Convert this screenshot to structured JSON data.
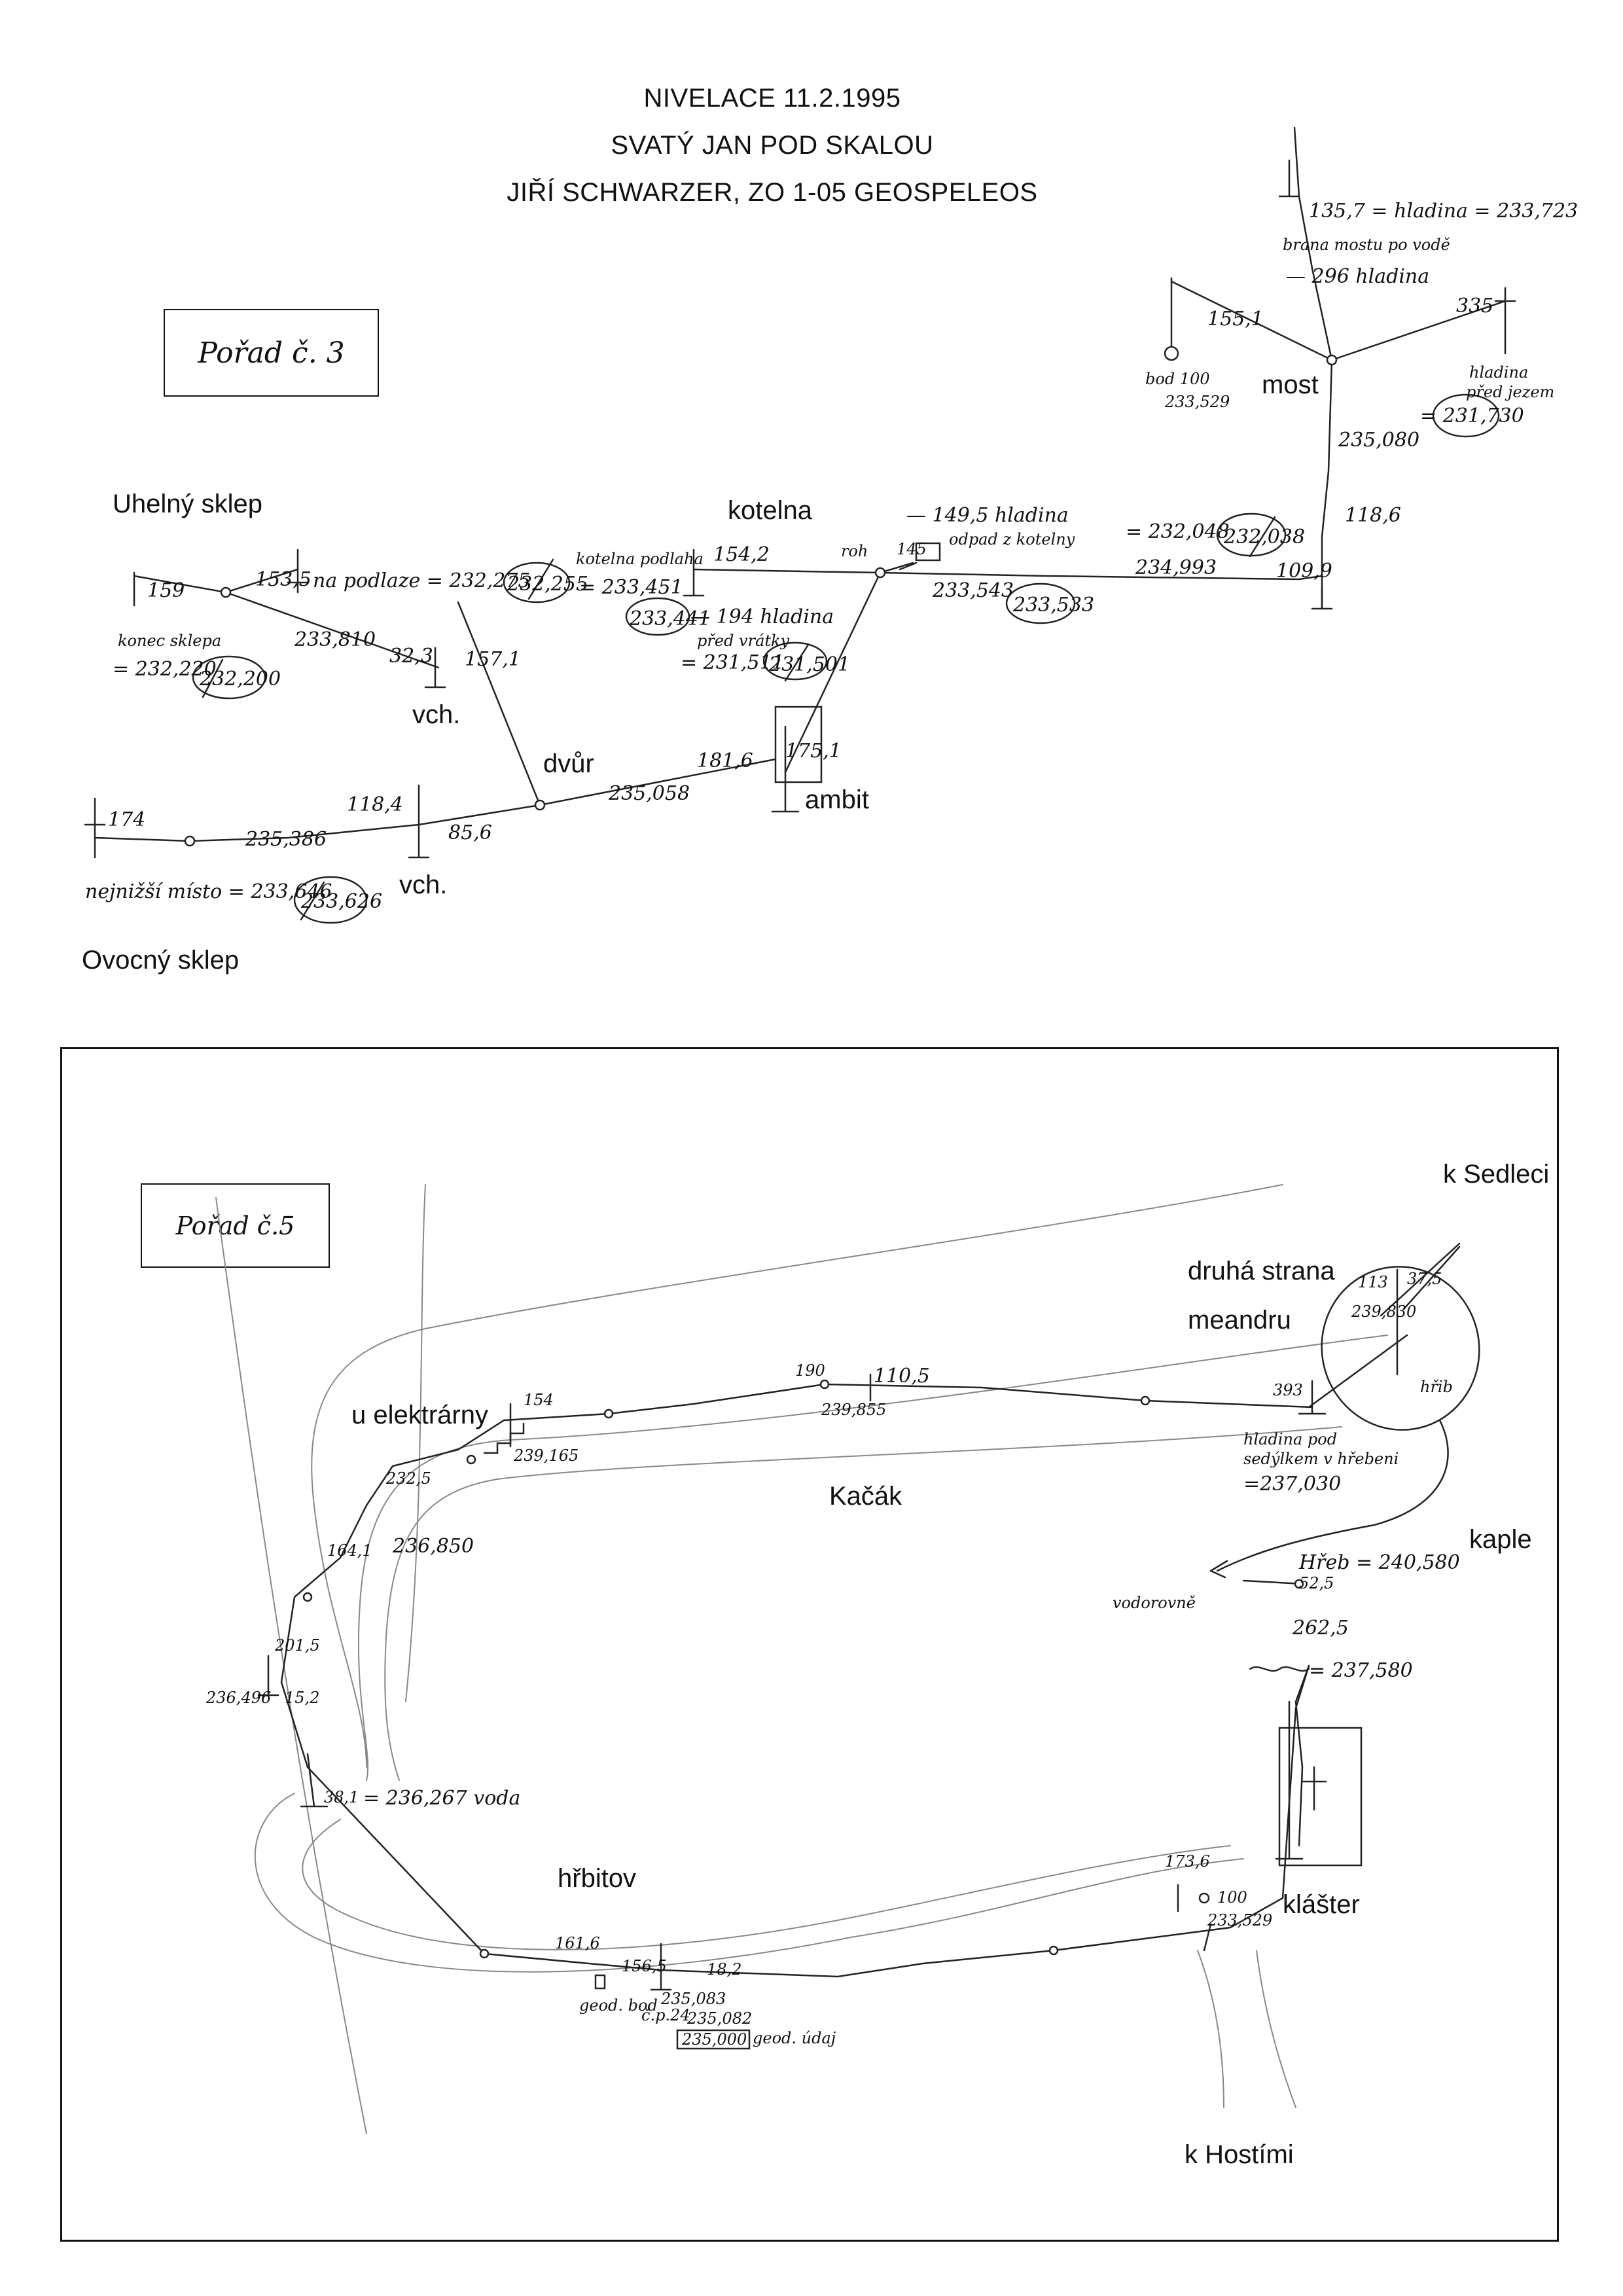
{
  "header": {
    "line1": "NIVELACE 11.2.1995",
    "line2": "SVATÝ JAN POD SKALOU",
    "line3": "JIŘÍ SCHWARZER, ZO 1-05 GEOSPELEOS"
  },
  "sheet3": {
    "box_label": "Pořad č. 3",
    "places": {
      "uhelny_sklep": "Uhelný sklep",
      "kotelna": "kotelna",
      "most": "most",
      "vch1": "vch.",
      "dvur": "dvůr",
      "ambit": "ambit",
      "vch2": "vch.",
      "ovocny_sklep": "Ovocný sklep"
    },
    "notes": {
      "n135": "135,7 = hladina = 233,723",
      "n_brana": "brana mostu po vodě",
      "n296": "— 296 hladina",
      "n155": "155,1",
      "n335": "335",
      "bod100": "bod 100",
      "bod100_val": "233,529",
      "hladina_pred": "hladina",
      "hladina_pred2": "před jezem",
      "v231730": "= 231,730",
      "v235080": "235,080",
      "v118_6": "118,6",
      "v109_9": "109,9",
      "v234993": "234,993",
      "n149": "— 149,5 hladina",
      "n_odpad": "odpad z kotelny",
      "v232048": "= 232,048",
      "v232038": "232,038",
      "roh": "roh",
      "n145": "145",
      "v233543": "233,543",
      "v233533": "233,533",
      "n159": "159",
      "n153": "153,5",
      "na_podlaze": "na podlaze = 232,275",
      "v232255": "232,255",
      "kotelna_podlaha": "kotelna podlaha",
      "n154": "154,2",
      "v233451": "= 233,451",
      "v233441": "233,441",
      "n194": "— 194 hladina",
      "pred_vrataky": "před vrátky",
      "v231511": "= 231,511",
      "v231501": "231,501",
      "v233810": "233,810",
      "n32": "32,3",
      "n157": "157,1",
      "konec": "konec sklepa",
      "v232220": "= 232,220",
      "v232200": "232,200",
      "n181": "181,6",
      "n175": "175,1",
      "v235058": "235,058",
      "n174": "174",
      "n118_4": "118,4",
      "v235386": "235,386",
      "n85": "85,6",
      "nejnizsi": "nejnižší místo = 233,646",
      "v233626": "233,626"
    }
  },
  "sheet5": {
    "box_label": "Pořad č.5",
    "places": {
      "k_sedleci": "k Sedleci",
      "druha_strana": "druhá strana",
      "meandru": "meandru",
      "u_elektrarny": "u elektrárny",
      "kacak": "Kačák",
      "kaple": "kaple",
      "hrbitov": "hřbitov",
      "klaster": "klášter",
      "k_hostimi": "k Hostími"
    },
    "notes": {
      "n113": "113",
      "n37": "37,5",
      "v239830": "239,830",
      "hrib": "hřib",
      "n154": "154",
      "n190": "190",
      "n110": "110,5",
      "v239855": "239,855",
      "n393": "393",
      "hladina_pod": "hladina pod",
      "sedlkem": "sedýlkem v hřebeni",
      "v237030": "=237,030",
      "n232": "232,5",
      "v239165": "239,165",
      "v236850": "236,850",
      "n164": "164,1",
      "hreb": "Hřeb = 240,580",
      "n52": "52,5",
      "vodorovne": "vodorovně",
      "n262": "262,5",
      "v237580": "= 237,580",
      "n201": "201,5",
      "v236496": "236,496",
      "n15": "15,2",
      "n38": "38,1",
      "v236267": "= 236,267 voda",
      "n173": "173,6",
      "bod100": "100",
      "v233529": "233,529",
      "n161": "161,6",
      "n156": "156,5",
      "n18": "18,2",
      "v235083": "235,083",
      "geod_bod": "geod. bod",
      "cp24": "č.p.24",
      "v235082": "235,082",
      "v235000": "235,000",
      "geod_udaj": "geod. údaj"
    }
  }
}
